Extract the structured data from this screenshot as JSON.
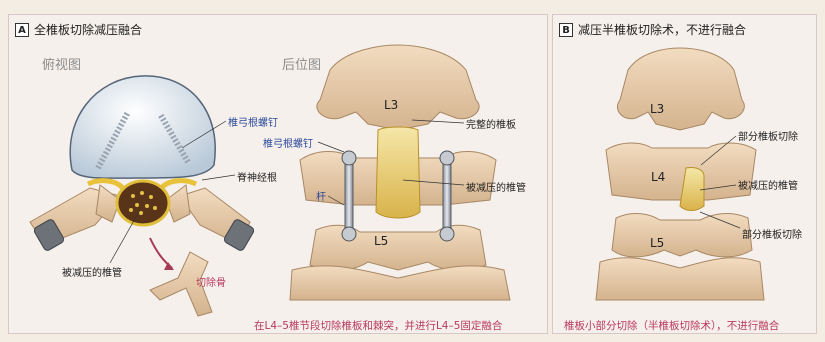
{
  "panelA": {
    "badge": "A",
    "title": "全椎板切除减压融合",
    "axial_view": "俯视图",
    "posterior_view": "后位图",
    "labels": {
      "pedicle_screw_axial": "椎弓根螺钉",
      "nerve_root": "脊神经根",
      "decompressed_canal_axial": "被减压的椎管",
      "resected_bone": "切除骨",
      "L3": "L3",
      "intact_lamina": "完整的椎板",
      "pedicle_screw_post": "椎弓根螺钉",
      "decompressed_canal_post": "被减压的椎管",
      "rod": "杆",
      "L5": "L5"
    },
    "caption": "在L4–5椎节段切除椎板和棘突，并进行L4–5固定融合"
  },
  "panelB": {
    "badge": "B",
    "title": "减压半椎板切除术，不进行融合",
    "labels": {
      "L3": "L3",
      "partial_laminectomy_top": "部分椎板切除",
      "L4": "L4",
      "decompressed_canal": "被减压的椎管",
      "partial_laminectomy_bottom": "部分椎板切除",
      "L5": "L5"
    },
    "caption": "椎板小部分切除（半椎板切除术），不进行融合"
  }
}
